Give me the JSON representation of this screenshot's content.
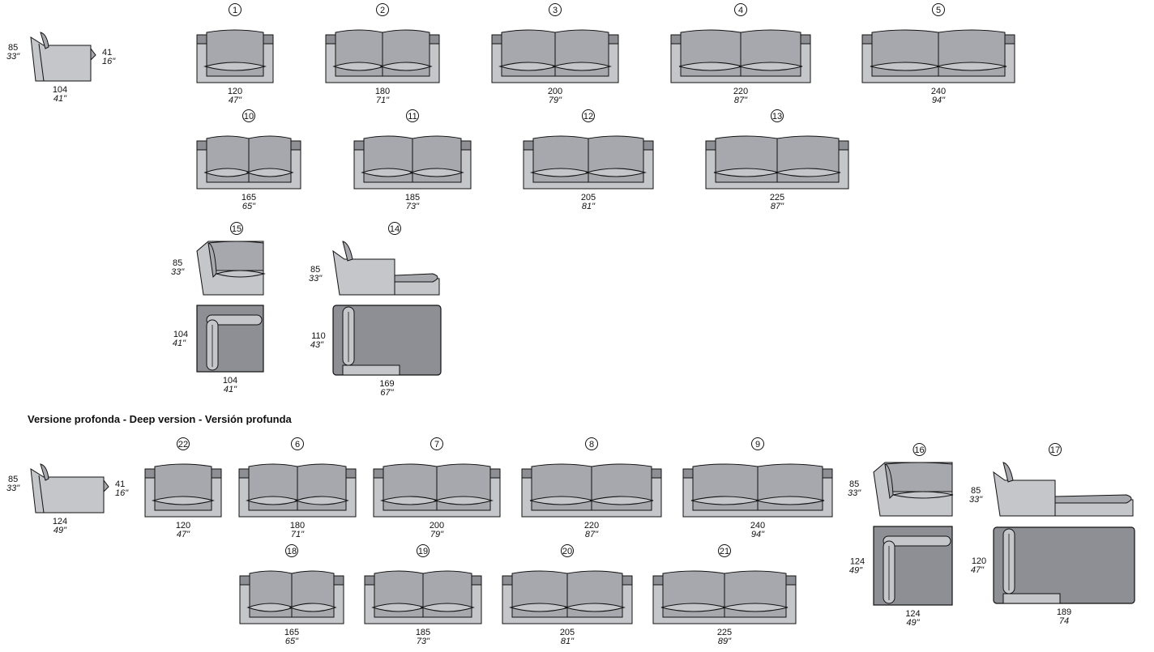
{
  "heading": "Versione profonda - Deep version - Versión profunda",
  "colors": {
    "seat_fill": "#c4c6ca",
    "cushion_fill": "#a6a8ad",
    "arm_fill": "#8e8f94",
    "top_view_fill": "#8e8f94",
    "outline": "#111111"
  },
  "standard": {
    "side_view": {
      "height": "85",
      "height_in": "33\"",
      "seat": "41",
      "seat_in": "16\"",
      "depth": "104",
      "depth_in": "41\""
    },
    "sofas_row1": [
      {
        "num": "1",
        "w": "120",
        "w_in": "47\"",
        "seats": 1
      },
      {
        "num": "2",
        "w": "180",
        "w_in": "71\"",
        "seats": 2
      },
      {
        "num": "3",
        "w": "200",
        "w_in": "79\"",
        "seats": 2
      },
      {
        "num": "4",
        "w": "220",
        "w_in": "87\"",
        "seats": 2
      },
      {
        "num": "5",
        "w": "240",
        "w_in": "94\"",
        "seats": 2
      }
    ],
    "sofas_row2": [
      {
        "num": "10",
        "w": "165",
        "w_in": "65\"",
        "seats": 2
      },
      {
        "num": "11",
        "w": "185",
        "w_in": "73\"",
        "seats": 2
      },
      {
        "num": "12",
        "w": "205",
        "w_in": "81\"",
        "seats": 2
      },
      {
        "num": "13",
        "w": "225",
        "w_in": "87\"",
        "seats": 2
      }
    ],
    "corner": {
      "num": "15",
      "height": "85",
      "height_in": "33\"",
      "depth": "104",
      "depth_in": "41\"",
      "w": "104",
      "w_in": "41\""
    },
    "chaise": {
      "num": "14",
      "height": "85",
      "height_in": "33\"",
      "depth": "110",
      "depth_in": "43\"",
      "w": "169",
      "w_in": "67\""
    }
  },
  "deep": {
    "side_view": {
      "height": "85",
      "height_in": "33\"",
      "seat": "41",
      "seat_in": "16\"",
      "depth": "124",
      "depth_in": "49\""
    },
    "sofas_row1": [
      {
        "num": "22",
        "w": "120",
        "w_in": "47\"",
        "seats": 1
      },
      {
        "num": "6",
        "w": "180",
        "w_in": "71\"",
        "seats": 2
      },
      {
        "num": "7",
        "w": "200",
        "w_in": "79\"",
        "seats": 2
      },
      {
        "num": "8",
        "w": "220",
        "w_in": "87\"",
        "seats": 2
      },
      {
        "num": "9",
        "w": "240",
        "w_in": "94\"",
        "seats": 2
      }
    ],
    "sofas_row2": [
      {
        "num": "18",
        "w": "165",
        "w_in": "65\"",
        "seats": 2
      },
      {
        "num": "19",
        "w": "185",
        "w_in": "73\"",
        "seats": 2
      },
      {
        "num": "20",
        "w": "205",
        "w_in": "81\"",
        "seats": 2
      },
      {
        "num": "21",
        "w": "225",
        "w_in": "89\"",
        "seats": 2
      }
    ],
    "corner": {
      "num": "16",
      "height": "85",
      "height_in": "33\"",
      "depth": "124",
      "depth_in": "49\"",
      "w": "124",
      "w_in": "49\""
    },
    "chaise": {
      "num": "17",
      "height": "85",
      "height_in": "33\"",
      "depth": "120",
      "depth_in": "47\"",
      "w": "189",
      "w_in": "74"
    }
  }
}
